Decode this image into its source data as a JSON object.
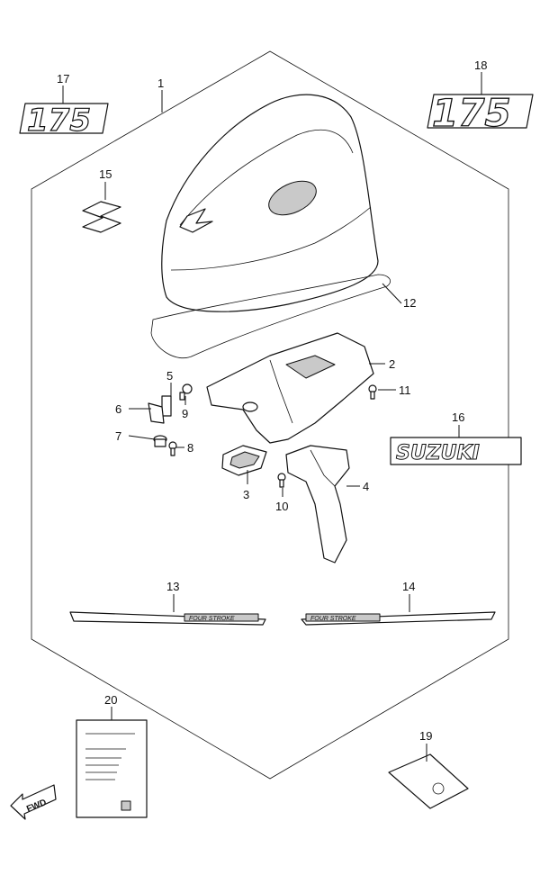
{
  "callouts": [
    {
      "id": "1",
      "label": "1"
    },
    {
      "id": "2",
      "label": "2"
    },
    {
      "id": "3",
      "label": "3"
    },
    {
      "id": "4",
      "label": "4"
    },
    {
      "id": "5",
      "label": "5"
    },
    {
      "id": "6",
      "label": "6"
    },
    {
      "id": "7",
      "label": "7"
    },
    {
      "id": "8",
      "label": "8"
    },
    {
      "id": "9",
      "label": "9"
    },
    {
      "id": "10",
      "label": "10"
    },
    {
      "id": "11",
      "label": "11"
    },
    {
      "id": "12",
      "label": "12"
    },
    {
      "id": "13",
      "label": "13"
    },
    {
      "id": "14",
      "label": "14"
    },
    {
      "id": "15",
      "label": "15"
    },
    {
      "id": "16",
      "label": "16"
    },
    {
      "id": "17",
      "label": "17"
    },
    {
      "id": "18",
      "label": "18"
    },
    {
      "id": "19",
      "label": "19"
    },
    {
      "id": "20",
      "label": "20"
    }
  ],
  "decals": {
    "model_number_small": "175",
    "model_number_large": "175",
    "brand_name": "SUZUKI",
    "side_stripe_left": "FOUR STROKE",
    "side_stripe_right": "FOUR STROKE",
    "fwd_arrow": "FWD"
  },
  "colors": {
    "line": "#111111",
    "shade": "#c9c9c9",
    "background": "#ffffff"
  }
}
